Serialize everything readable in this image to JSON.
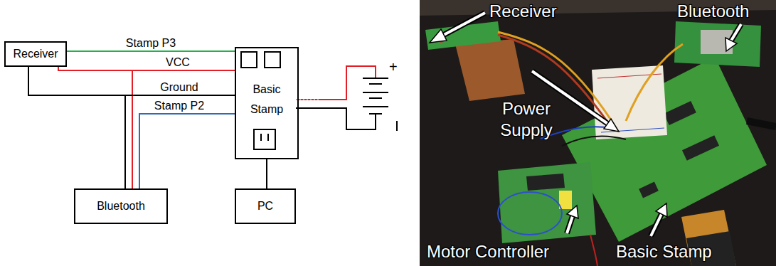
{
  "diagram": {
    "nodes": [
      {
        "text": [
          "Receiver"
        ]
      },
      {
        "text": [
          "Basic Stamp"
        ]
      },
      {
        "text": [
          "Bluetooth"
        ]
      },
      {
        "text": [
          "PC"
        ]
      }
    ],
    "edges": [
      {
        "from": 0,
        "to": 1,
        "label": "Stamp P3",
        "arrow": "none"
      },
      {
        "from": 0,
        "to": 1,
        "label": "VCC",
        "arrow": "none"
      },
      {
        "from": 0,
        "to": 1,
        "label": "Ground",
        "arrow": "none"
      },
      {
        "from": 2,
        "to": 1,
        "label": "Stamp P2",
        "arrow": "none"
      },
      {
        "from": 2,
        "to": 1,
        "arrow": "none"
      },
      {
        "from": 2,
        "to": 1,
        "arrow": "none"
      },
      {
        "from": 1,
        "to": 3,
        "arrow": "none"
      }
    ],
    "labels": [
      "+",
      "Receiver",
      "Bluetooth",
      "Power Supply",
      "Motor Controller",
      "Basic Stamp"
    ]
  }
}
